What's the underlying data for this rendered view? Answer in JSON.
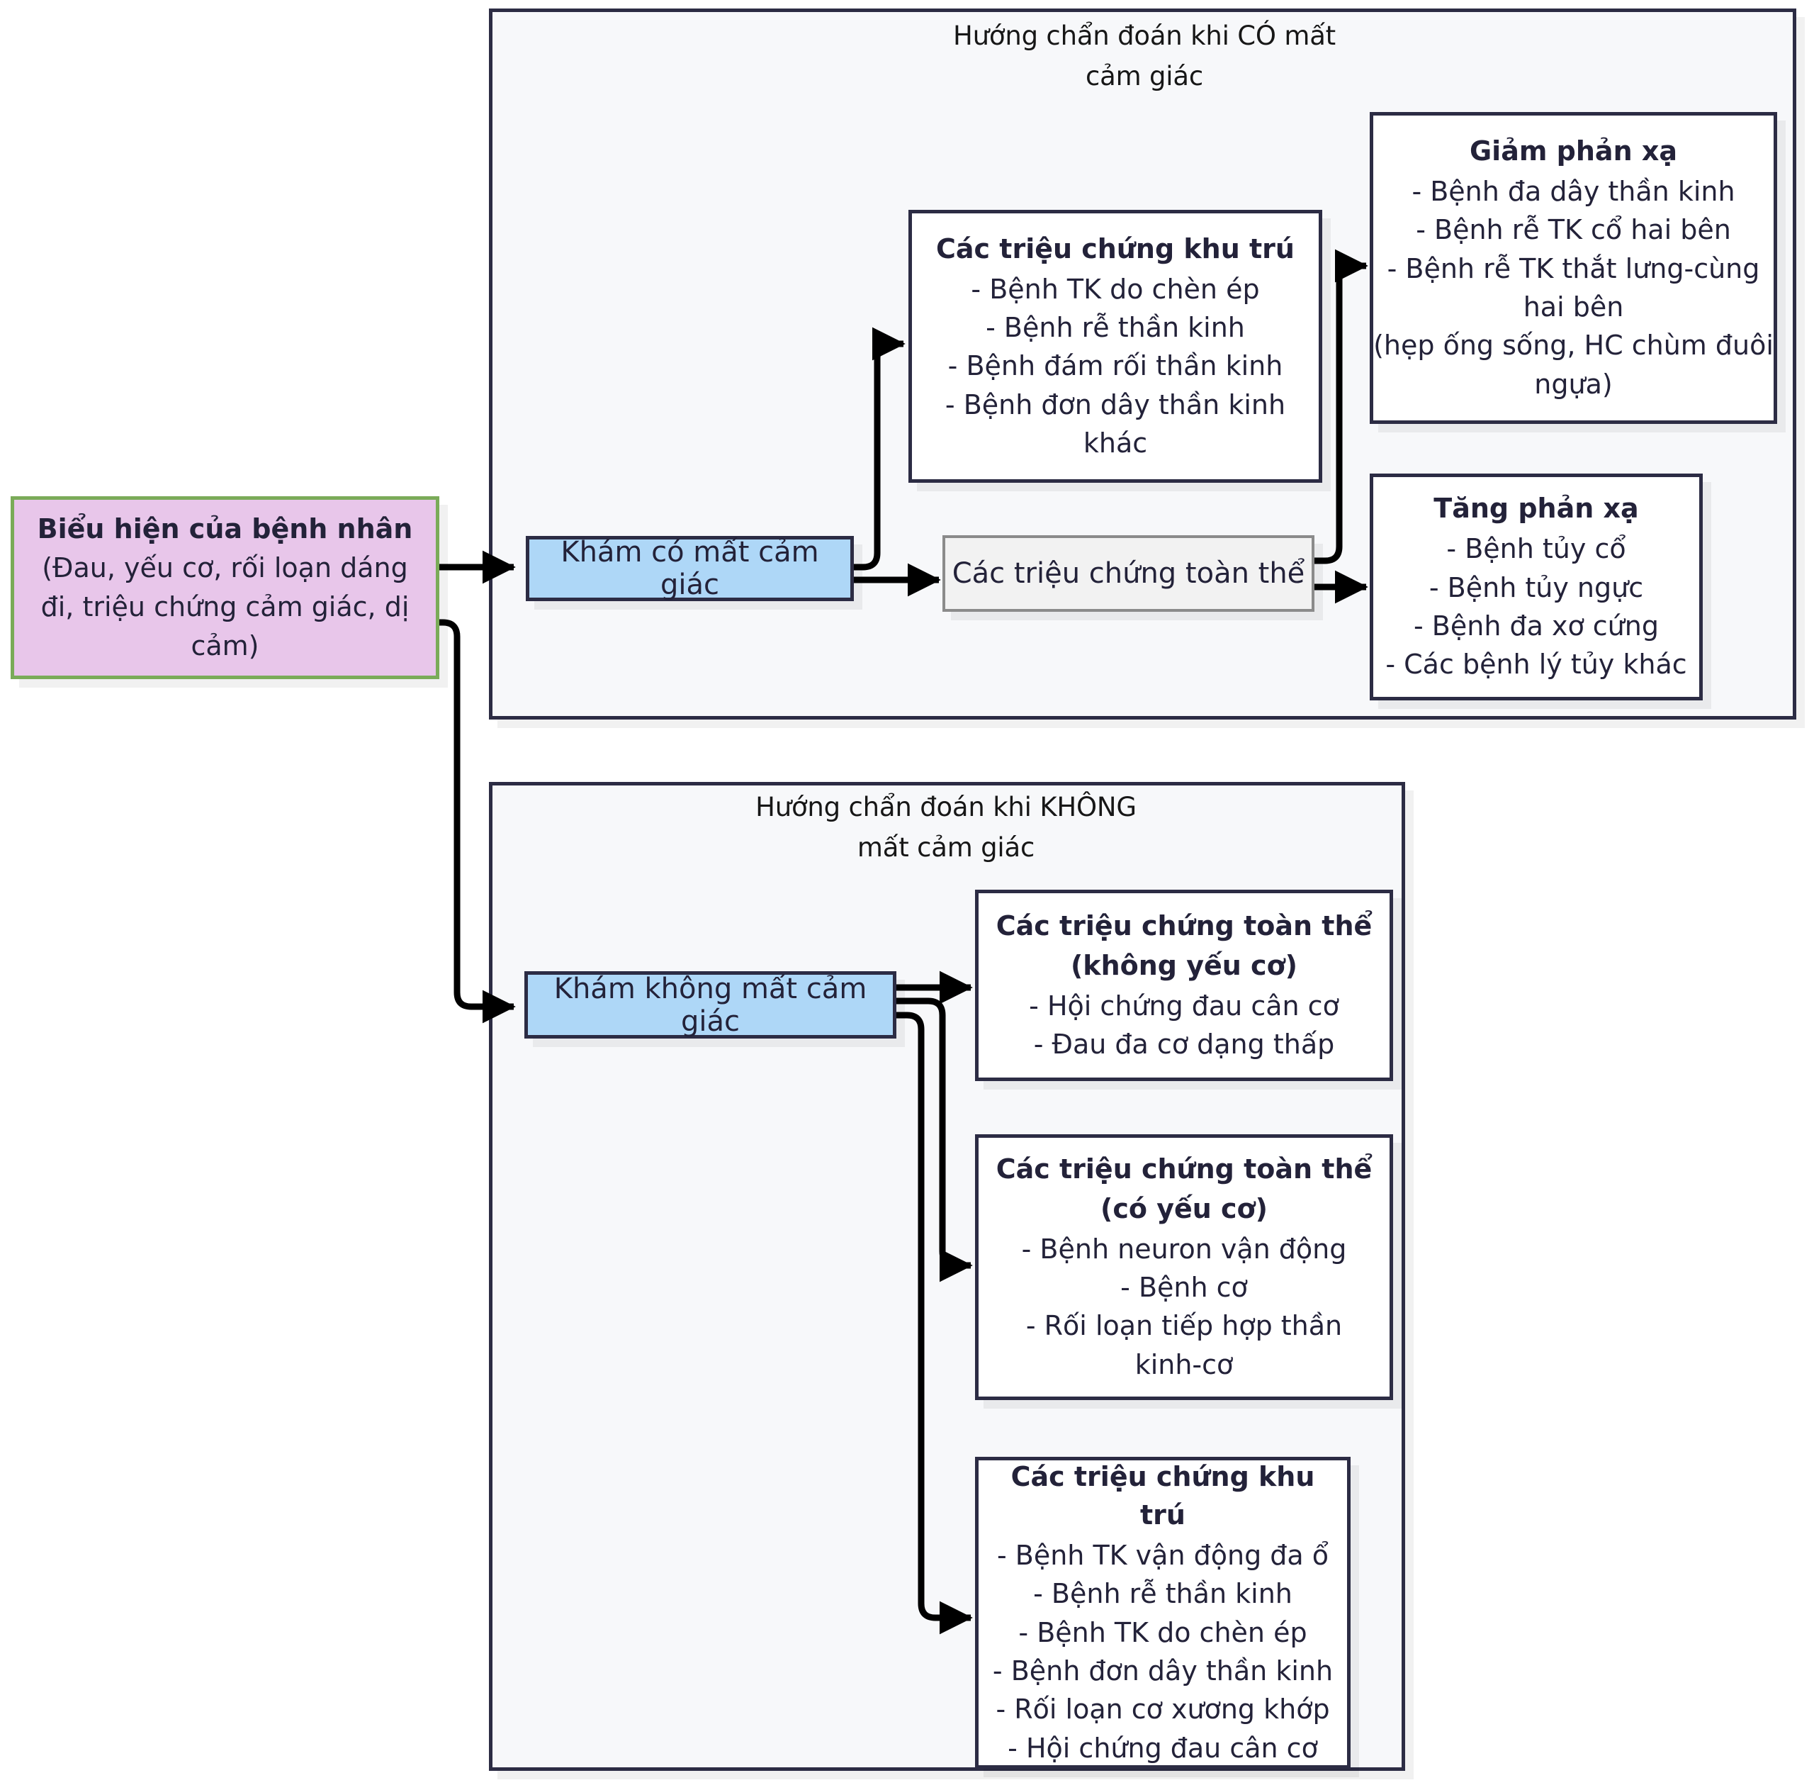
{
  "diagram": {
    "title_hidden": "",
    "colors": {
      "start_fill": "#e8c6ea",
      "start_border": "#7aab58",
      "decision_fill": "#aed7f7",
      "node_border": "#2c2c44",
      "group_fill": "#f7f8fa",
      "grey_fill": "#f2f2f2",
      "grey_border": "#8b8b8b",
      "arrow": "#000000"
    }
  },
  "start_node": {
    "title": "Biểu hiện của bệnh nhân",
    "lines": [
      "(Đau, yếu cơ, rối loạn dáng",
      "đi, triệu chứng cảm giác, dị",
      "cảm)"
    ]
  },
  "group_with_sensory_loss": {
    "title_lines": [
      "Hướng chẩn đoán khi CÓ mất",
      "cảm giác"
    ],
    "decision": {
      "label": "Khám có mất cảm giác"
    },
    "focal_symptoms": {
      "title": "Các triệu chứng khu trú",
      "items": [
        "- Bệnh TK do chèn ép",
        "- Bệnh rễ thần kinh",
        "- Bệnh đám rối thần kinh",
        "- Bệnh đơn dây thần kinh",
        "khác"
      ]
    },
    "systemic_symptoms": {
      "label": "Các triệu chứng toàn thể"
    },
    "decreased_reflex": {
      "title": "Giảm phản xạ",
      "items": [
        "- Bệnh đa dây thần kinh",
        "- Bệnh rễ TK cổ hai bên",
        "- Bệnh rễ TK thắt lưng-cùng",
        "hai bên",
        "(hẹp ống sống, HC chùm đuôi",
        "ngựa)"
      ]
    },
    "increased_reflex": {
      "title": "Tăng phản xạ",
      "items": [
        "- Bệnh tủy cổ",
        "- Bệnh tủy ngực",
        "- Bệnh đa xơ cứng",
        "- Các bệnh lý tủy khác"
      ]
    }
  },
  "group_without_sensory_loss": {
    "title_lines": [
      "Hướng chẩn đoán khi KHÔNG",
      "mất cảm giác"
    ],
    "decision": {
      "label": "Khám không mất cảm giác"
    },
    "systemic_no_weakness": {
      "title_lines": [
        "Các triệu chứng toàn thể",
        "(không yếu cơ)"
      ],
      "items": [
        "- Hội chứng đau cân cơ",
        "- Đau đa cơ dạng thấp"
      ]
    },
    "systemic_with_weakness": {
      "title_lines": [
        "Các triệu chứng toàn thể",
        "(có yếu cơ)"
      ],
      "items": [
        "- Bệnh neuron vận động",
        "- Bệnh cơ",
        "- Rối loạn tiếp hợp thần",
        "kinh-cơ"
      ]
    },
    "focal_symptoms": {
      "title": "Các triệu chứng khu trú",
      "items": [
        "- Bệnh TK vận động đa ổ",
        "- Bệnh rễ thần kinh",
        "- Bệnh TK do chèn ép",
        "- Bệnh đơn dây thần kinh",
        "- Rối loạn cơ xương khớp",
        "- Hội chứng đau cân cơ"
      ]
    }
  }
}
